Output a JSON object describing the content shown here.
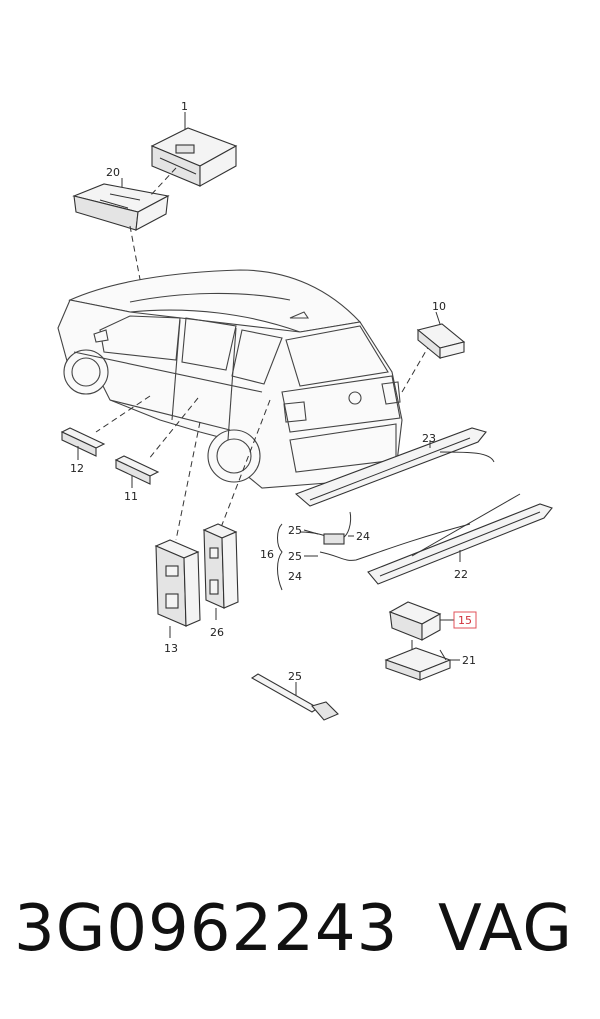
{
  "callouts": {
    "c1": "1",
    "c20": "20",
    "c10": "10",
    "c12": "12",
    "c11": "11",
    "c23": "23",
    "c25a": "25",
    "c24a": "24",
    "c16": "16",
    "c25b": "25",
    "c24b": "24",
    "c22": "22",
    "c15": "15",
    "c21": "21",
    "c13": "13",
    "c26": "26",
    "c25c": "25"
  },
  "footer": {
    "part_number": "3G0962243",
    "brand": "VAG"
  },
  "colors": {
    "highlight": "#e0505a",
    "ink": "#222222",
    "background": "#ffffff"
  }
}
